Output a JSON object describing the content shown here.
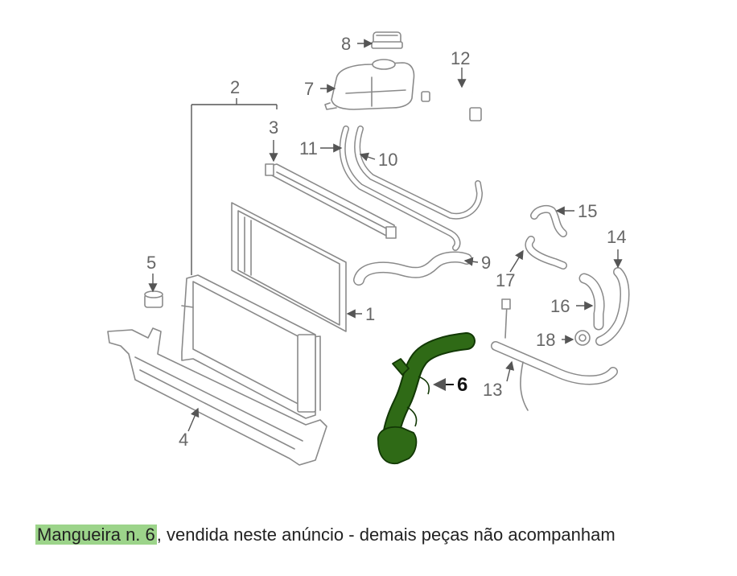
{
  "callouts": {
    "c1": "1",
    "c2": "2",
    "c3": "3",
    "c4": "4",
    "c5": "5",
    "c6": "6",
    "c7": "7",
    "c8": "8",
    "c9": "9",
    "c10": "10",
    "c11": "11",
    "c12": "12",
    "c13": "13",
    "c14": "14",
    "c15": "15",
    "c16": "16",
    "c17": "17",
    "c18": "18"
  },
  "caption": {
    "highlight": "Mangueira n. 6",
    "rest": ", vendida neste anúncio - demais peças não acompanham"
  },
  "colors": {
    "highlight_part": "#2f6a16",
    "caption_highlight": "#9cd48a",
    "line_art": "#8a8a8a"
  }
}
